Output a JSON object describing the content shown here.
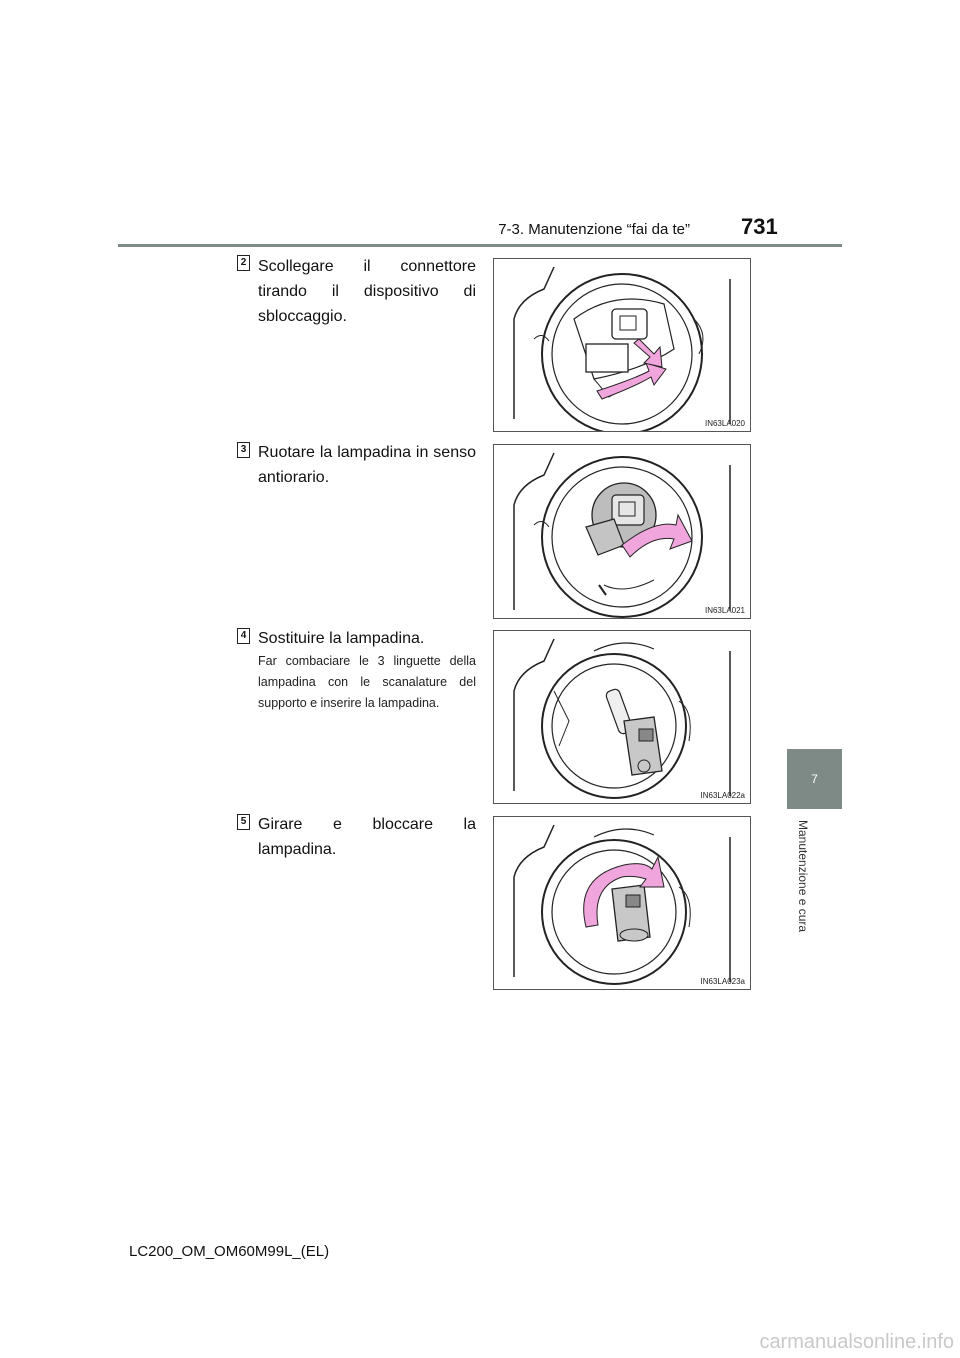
{
  "header": {
    "section": "7-3. Manutenzione “fai da te”",
    "page_number": "731"
  },
  "side_tab": {
    "number": "7",
    "title": "Manutenzione e cura"
  },
  "steps": [
    {
      "number": "2",
      "text": "Scollegare il connettore tirando il dispositivo di sbloccaggio.",
      "figure_code": "IN63LA020"
    },
    {
      "number": "3",
      "text": "Ruotare la lampadina in senso antiorario.",
      "figure_code": "IN63LA021"
    },
    {
      "number": "4",
      "text": "Sostituire la lampadina.",
      "note": "Far combaciare le 3 linguette della lampadina con le scanalature del supporto e inserire la lampadina.",
      "figure_code": "IN63LA022a"
    },
    {
      "number": "5",
      "text": "Girare e bloccare la lampadina.",
      "figure_code": "IN63LA023a"
    }
  ],
  "footer": {
    "document_code": "LC200_OM_OM60M99L_(EL)"
  },
  "watermark": {
    "text": "carmanualsonline.info"
  },
  "colors": {
    "accent_gray": "#7e8a86",
    "arrow_pink": "#f0a6dc"
  }
}
